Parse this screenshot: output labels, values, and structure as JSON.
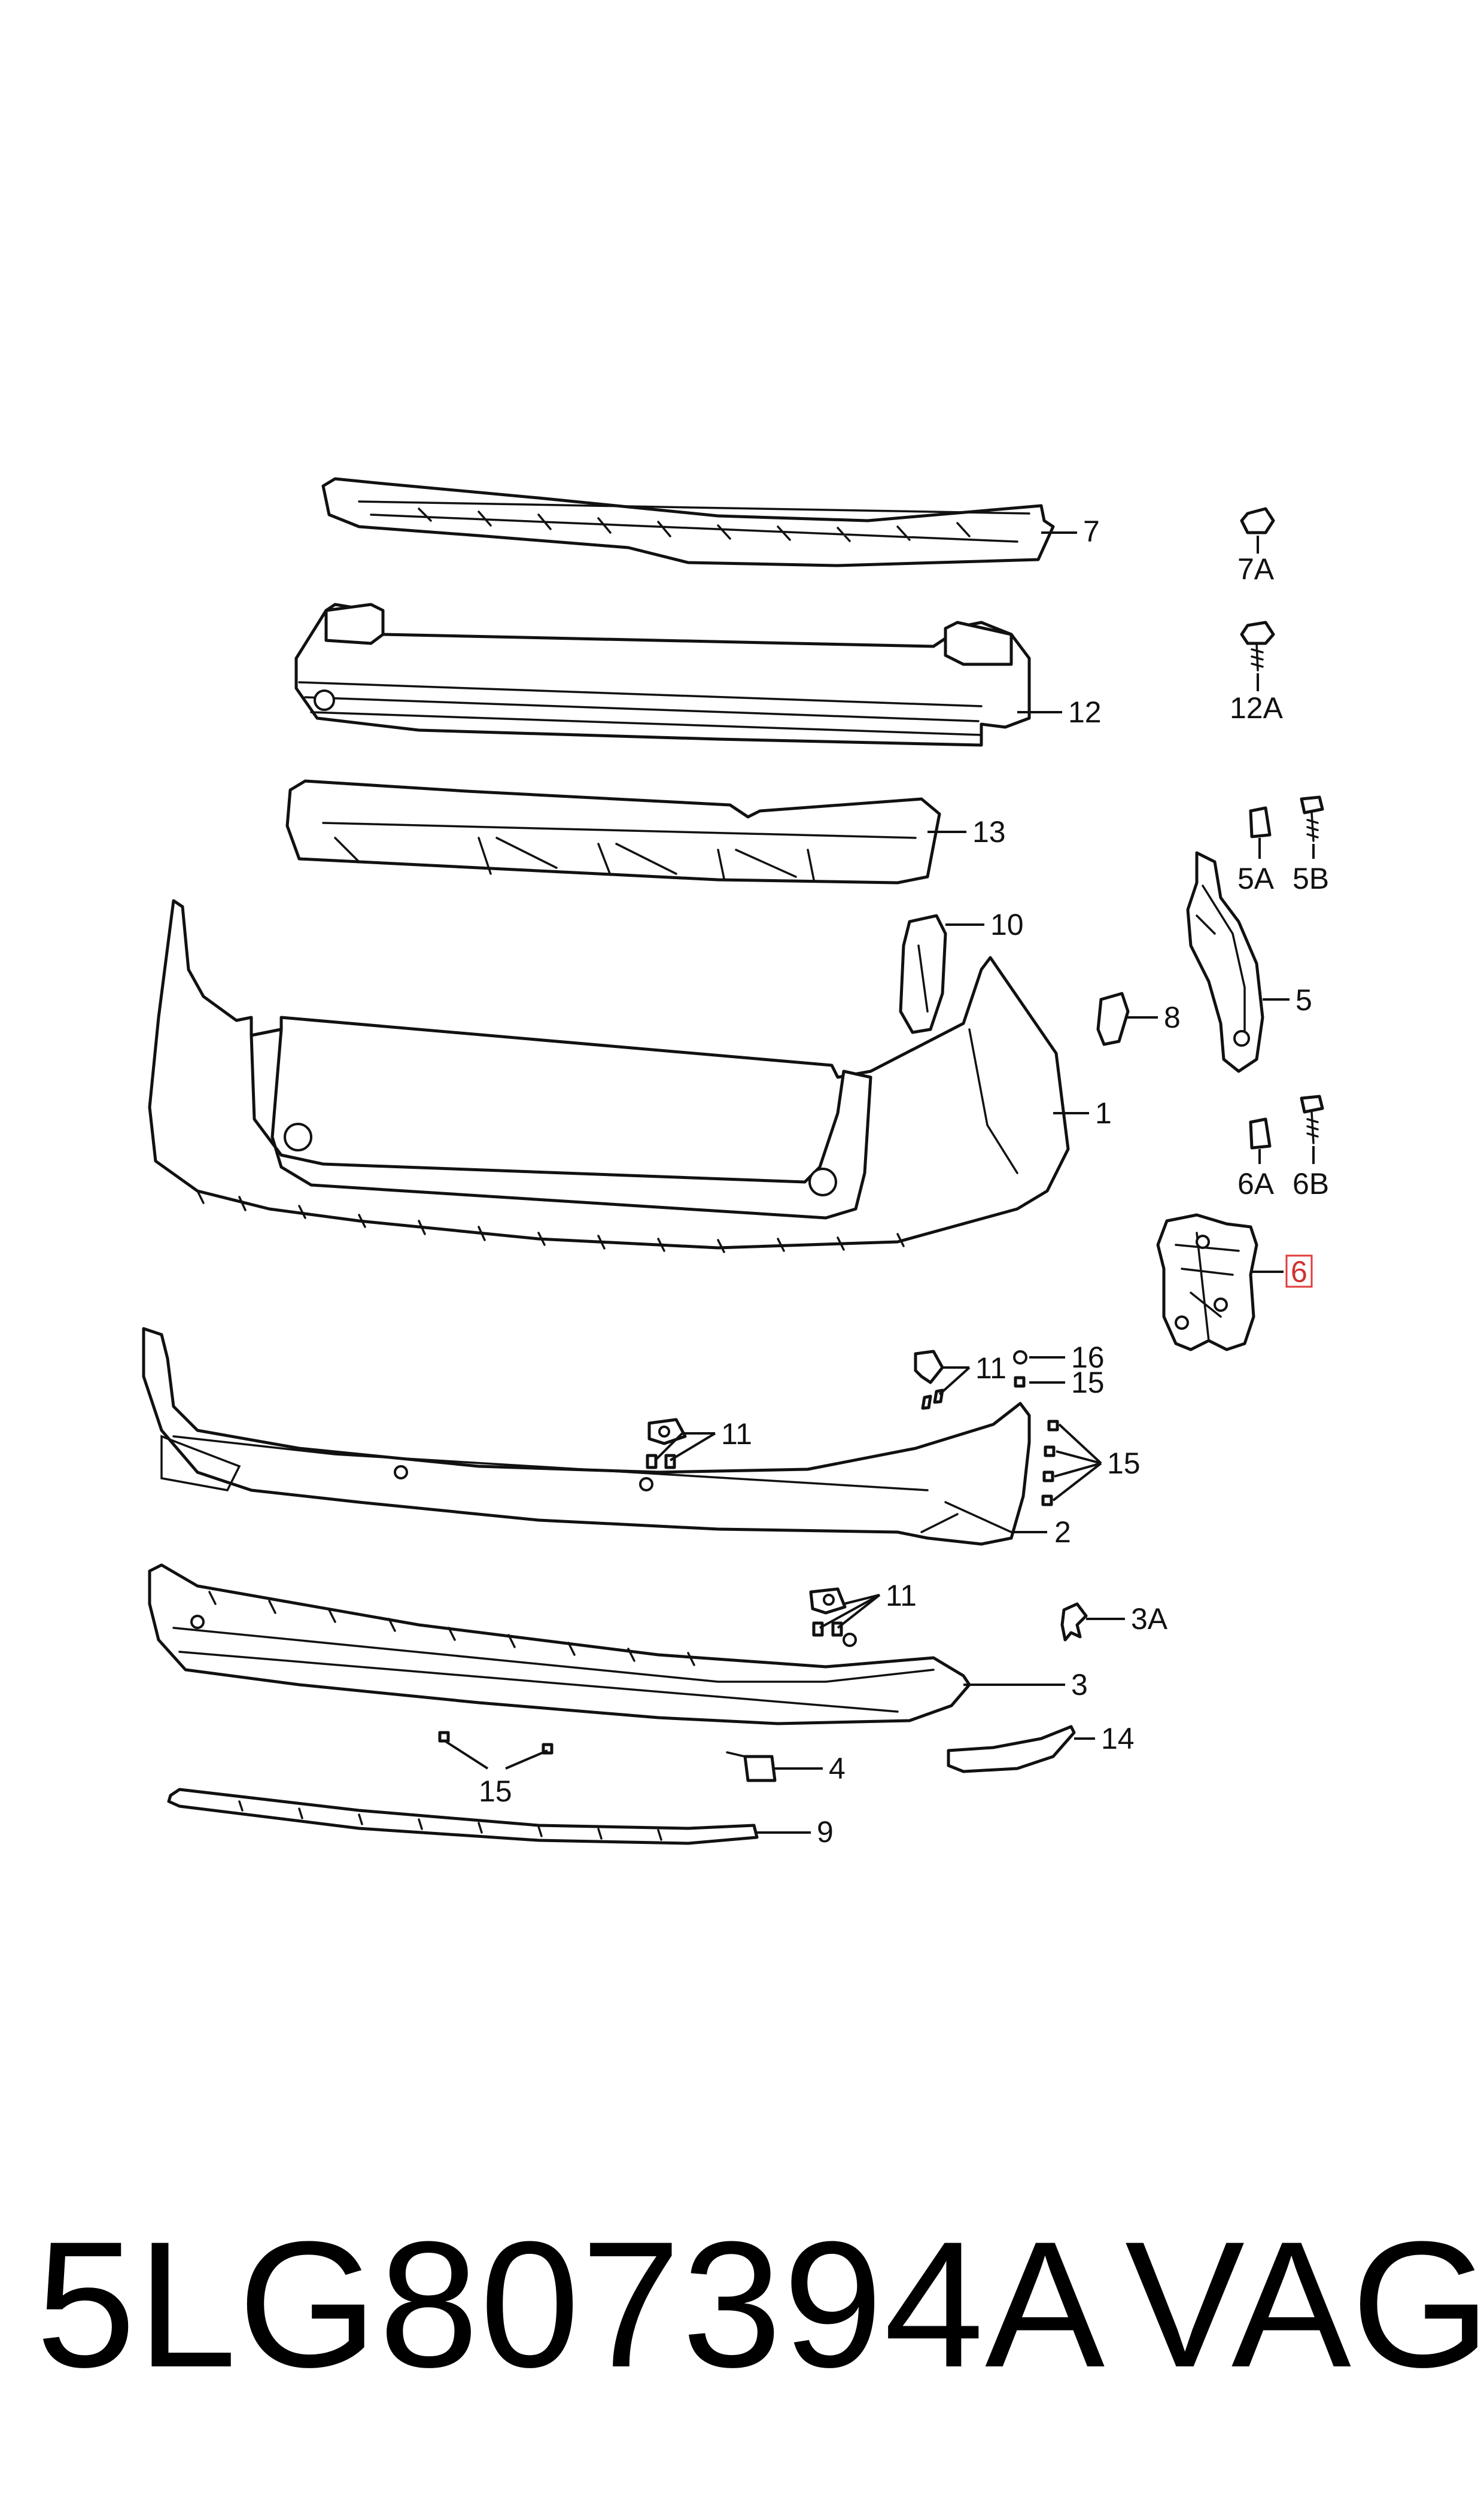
{
  "callouts": [
    {
      "id": "7",
      "label": "7"
    },
    {
      "id": "7A",
      "label": "7A"
    },
    {
      "id": "12",
      "label": "12"
    },
    {
      "id": "12A",
      "label": "12A"
    },
    {
      "id": "13",
      "label": "13"
    },
    {
      "id": "5A",
      "label": "5A"
    },
    {
      "id": "5B",
      "label": "5B"
    },
    {
      "id": "10",
      "label": "10"
    },
    {
      "id": "8",
      "label": "8"
    },
    {
      "id": "5",
      "label": "5"
    },
    {
      "id": "1",
      "label": "1"
    },
    {
      "id": "6A",
      "label": "6A"
    },
    {
      "id": "6B",
      "label": "6B"
    },
    {
      "id": "6",
      "label": "6",
      "highlighted": true
    },
    {
      "id": "16",
      "label": "16"
    },
    {
      "id": "11a",
      "label": "11"
    },
    {
      "id": "15a",
      "label": "15"
    },
    {
      "id": "11b",
      "label": "11"
    },
    {
      "id": "15b",
      "label": "15"
    },
    {
      "id": "2",
      "label": "2"
    },
    {
      "id": "11c",
      "label": "11"
    },
    {
      "id": "3A",
      "label": "3A"
    },
    {
      "id": "3",
      "label": "3"
    },
    {
      "id": "14",
      "label": "14"
    },
    {
      "id": "4",
      "label": "4"
    },
    {
      "id": "15c",
      "label": "15"
    },
    {
      "id": "9",
      "label": "9"
    }
  ],
  "footer": {
    "part_number": "5LG807394A",
    "brand": "VAG"
  },
  "colors": {
    "line": "#111111",
    "highlight": "#e23b3b"
  }
}
